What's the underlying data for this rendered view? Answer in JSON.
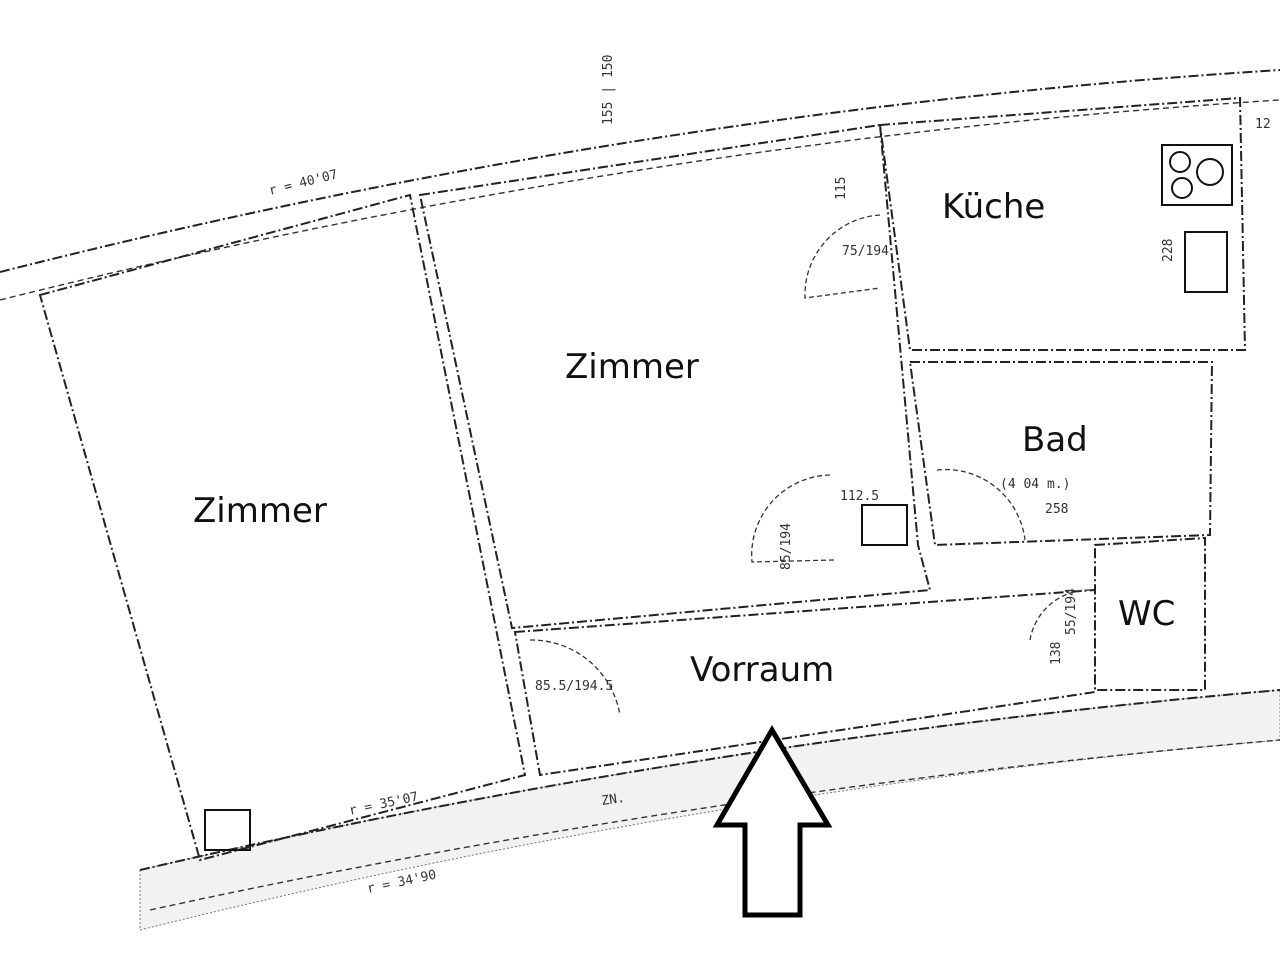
{
  "rooms": {
    "zimmer_left": "Zimmer",
    "zimmer_middle": "Zimmer",
    "kueche": "Küche",
    "bad": "Bad",
    "wc": "WC",
    "vorraum": "Vorraum"
  },
  "annotations": {
    "bad_area": "(4 04 m.)",
    "radius_top": "r = 40'07",
    "radius_bottom": "r = 35'07",
    "radius_lower": "r = 34'90",
    "kueche_door": "75/194",
    "bad_width": "258",
    "zimmer_door_width": "112.5",
    "zimmer_door": "85/194",
    "vorraum_door": "85.5/194.5",
    "wc_door": "55/194",
    "kueche_height": "115",
    "kueche_width": "228",
    "vorraum_dim": "138",
    "chimney": "ZN.",
    "top_dims": "155 | 150",
    "right_dim": "12"
  },
  "entrance_arrow": "entrance-arrow-icon"
}
